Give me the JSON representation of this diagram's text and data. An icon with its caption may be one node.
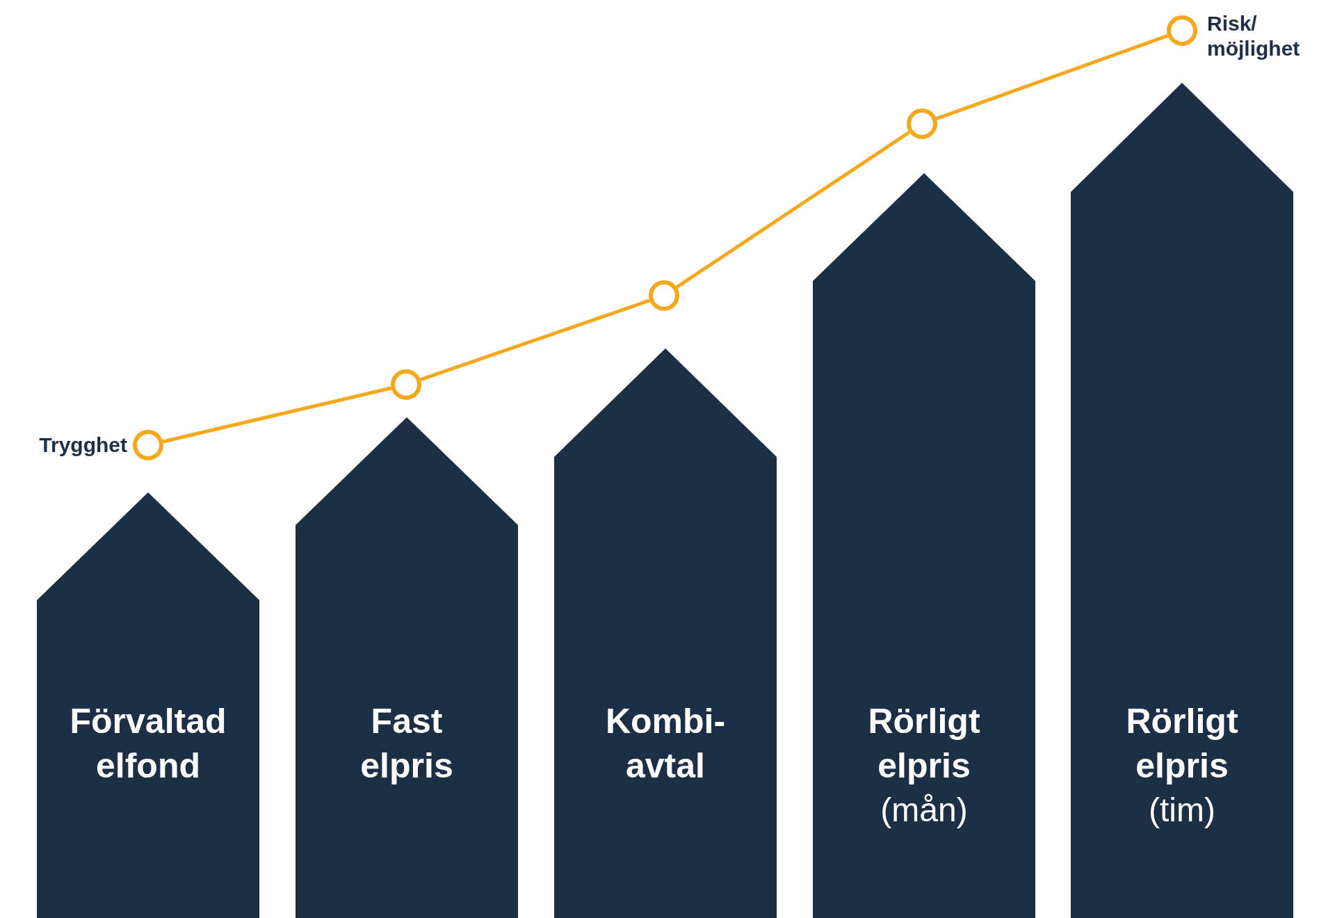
{
  "diagram": {
    "nodes": [
      {
        "text": [
          "Förvaltad elfond"
        ]
      },
      {
        "text": [
          "Fast elpris"
        ]
      },
      {
        "text": [
          "Kombi- avtal"
        ]
      },
      {
        "text": [
          "Rörligt elpris",
          "(mån)"
        ]
      },
      {
        "text": [
          "Rörligt elpris",
          "(tim)"
        ]
      },
      {
        "text": [],
        "shape": "circle",
        "beside": [
          "Trygghet"
        ]
      },
      {
        "text": [],
        "shape": "circle"
      },
      {
        "text": [],
        "shape": "circle"
      },
      {
        "text": [],
        "shape": "circle"
      },
      {
        "text": [],
        "shape": "circle",
        "beside": [
          "Risk/ möjlighet"
        ]
      }
    ],
    "edges": [
      {
        "from": 5,
        "to": 6,
        "arrow": "none"
      },
      {
        "from": 6,
        "to": 7,
        "arrow": "none"
      },
      {
        "from": 7,
        "to": 8,
        "arrow": "none"
      },
      {
        "from": 8,
        "to": 9,
        "arrow": "none"
      }
    ]
  }
}
